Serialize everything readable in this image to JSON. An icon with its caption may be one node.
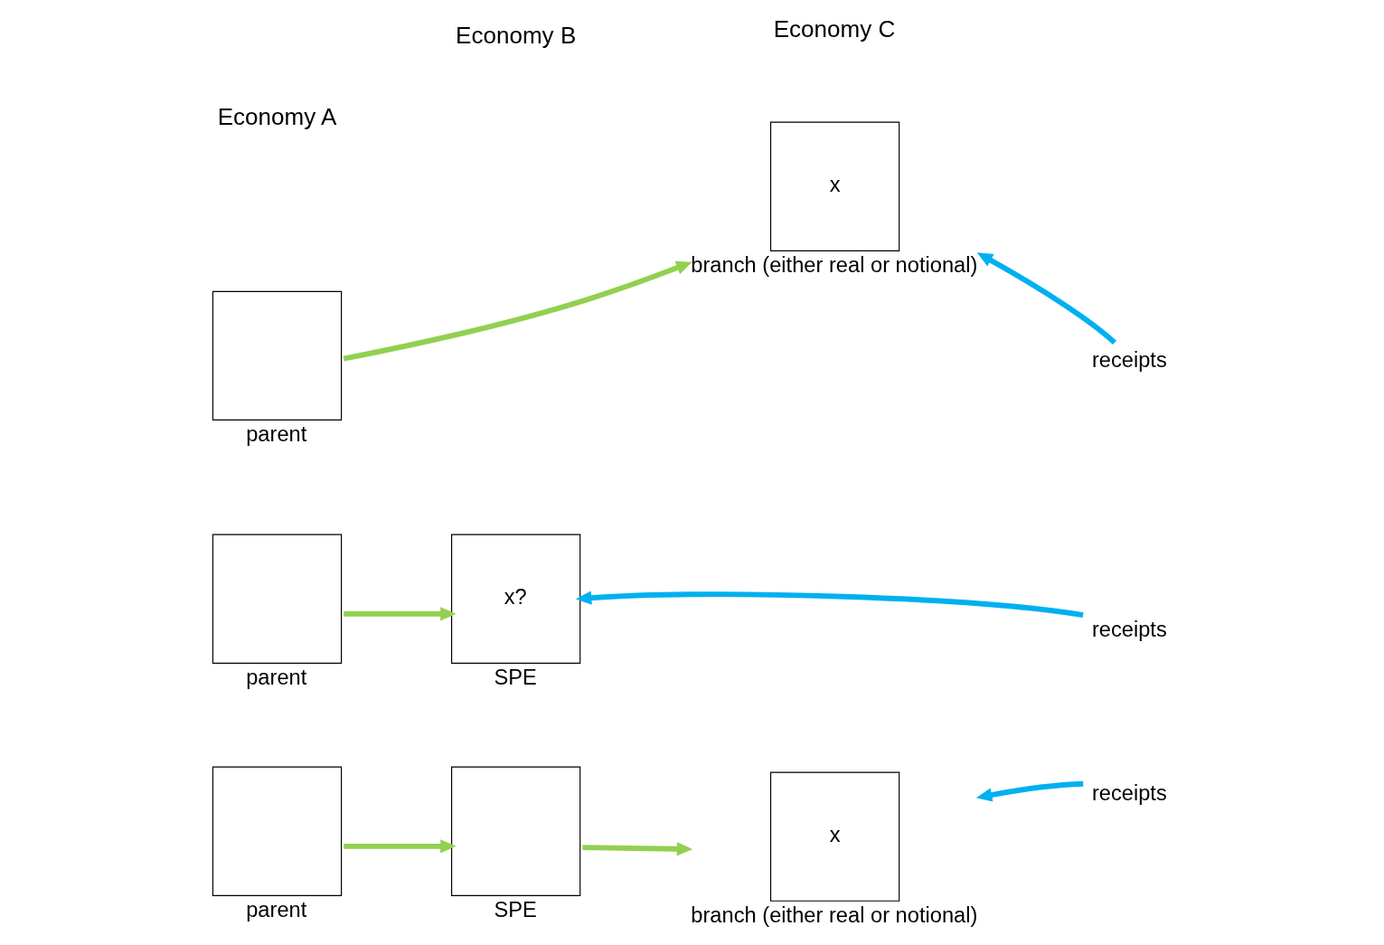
{
  "diagram": {
    "nodes": [
      {
        "text": [],
        "shape": "box",
        "beside": [
          "parent"
        ]
      },
      {
        "text": [
          "x"
        ],
        "beside": [
          "branch (either real or notional)"
        ]
      },
      {
        "text": [
          "receipts"
        ]
      },
      {
        "text": [],
        "shape": "box",
        "beside": [
          "parent"
        ]
      },
      {
        "text": [
          "x?"
        ],
        "beside": [
          "SPE"
        ]
      },
      {
        "text": [
          "receipts"
        ]
      },
      {
        "text": [],
        "shape": "box",
        "beside": [
          "parent"
        ]
      },
      {
        "text": [],
        "shape": "box",
        "beside": [
          "SPE"
        ]
      },
      {
        "text": [
          "x"
        ],
        "beside": [
          "branch (either real or notional)"
        ]
      },
      {
        "text": [
          "receipts"
        ]
      }
    ],
    "edges": [
      {
        "from": 0,
        "to": 1,
        "arrow": "to",
        "color": "#92d050"
      },
      {
        "from": 2,
        "to": 1,
        "arrow": "to",
        "color": "#00b0f0"
      },
      {
        "from": 3,
        "to": 4,
        "arrow": "to",
        "color": "#92d050"
      },
      {
        "from": 5,
        "to": 4,
        "arrow": "to",
        "color": "#00b0f0"
      },
      {
        "from": 6,
        "to": 7,
        "arrow": "to",
        "color": "#92d050"
      },
      {
        "from": 7,
        "to": 8,
        "arrow": "to",
        "color": "#92d050"
      },
      {
        "from": 9,
        "to": 8,
        "arrow": "to",
        "color": "#00b0f0"
      }
    ],
    "labels": [
      "Economy A",
      "Economy B",
      "Economy C"
    ]
  }
}
